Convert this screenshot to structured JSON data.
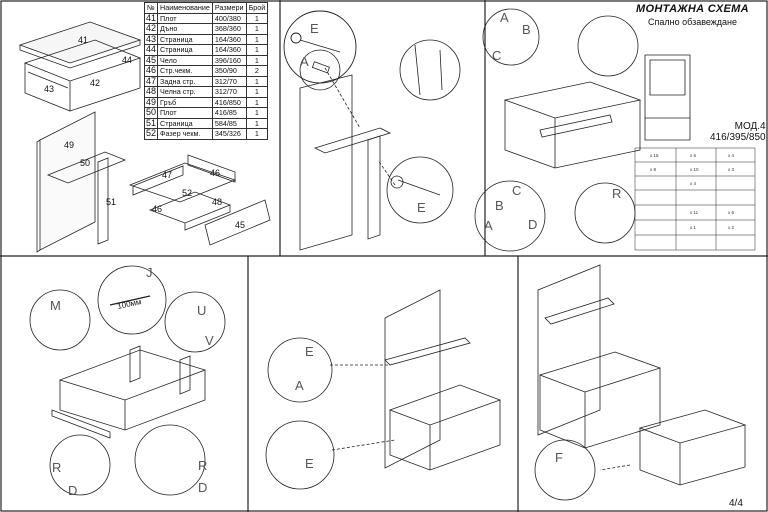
{
  "header": {
    "title": "МОНТАЖНА СХЕМА",
    "subtitle": "Спално обзавеждане",
    "model_line1": "МОД.4",
    "model_line2": "416/395/850",
    "page": "4/4"
  },
  "parts_table": {
    "columns": [
      "№",
      "Наименование",
      "Размери",
      "Брой"
    ],
    "rows": [
      {
        "num": "41",
        "name": "Плот",
        "size": "400/380",
        "qty": "1"
      },
      {
        "num": "42",
        "name": "Дъно",
        "size": "368/360",
        "qty": "1"
      },
      {
        "num": "43",
        "name": "Страница",
        "size": "164/360",
        "qty": "1"
      },
      {
        "num": "44",
        "name": "Страница",
        "size": "164/360",
        "qty": "1"
      },
      {
        "num": "45",
        "name": "Чело",
        "size": "396/160",
        "qty": "1"
      },
      {
        "num": "46",
        "name": "Стр.чекм.",
        "size": "350/90",
        "qty": "2"
      },
      {
        "num": "47",
        "name": "Задна стр.",
        "size": "312/70",
        "qty": "1"
      },
      {
        "num": "48",
        "name": "Челна стр.",
        "size": "312/70",
        "qty": "1"
      },
      {
        "num": "49",
        "name": "Гръб",
        "size": "416/850",
        "qty": "1"
      },
      {
        "num": "50",
        "name": "Плот",
        "size": "416/85",
        "qty": "1"
      },
      {
        "num": "51",
        "name": "Страница",
        "size": "584/85",
        "qty": "1"
      },
      {
        "num": "52",
        "name": "Фазер чекм.",
        "size": "345/326",
        "qty": "1"
      }
    ]
  },
  "panel_labels": {
    "p41": "41",
    "p42": "42",
    "p43": "43",
    "p44": "44",
    "p45": "45",
    "p46a": "46",
    "p46b": "46",
    "p47": "47",
    "p48": "48",
    "p49": "49",
    "p50": "50",
    "p51": "51",
    "p52": "52"
  },
  "callouts": {
    "A": "A",
    "B": "B",
    "C": "C",
    "D": "D",
    "E": "E",
    "F": "F",
    "J": "J",
    "M": "M",
    "R": "R",
    "U": "U",
    "V": "V"
  },
  "dimension": "100мм",
  "hardware_codes": [
    "x 15",
    "x 6",
    "x 4",
    "x 8",
    "x 10",
    "x 3",
    "x 4",
    "x 11",
    "x 6",
    "x 1",
    "x 2"
  ]
}
